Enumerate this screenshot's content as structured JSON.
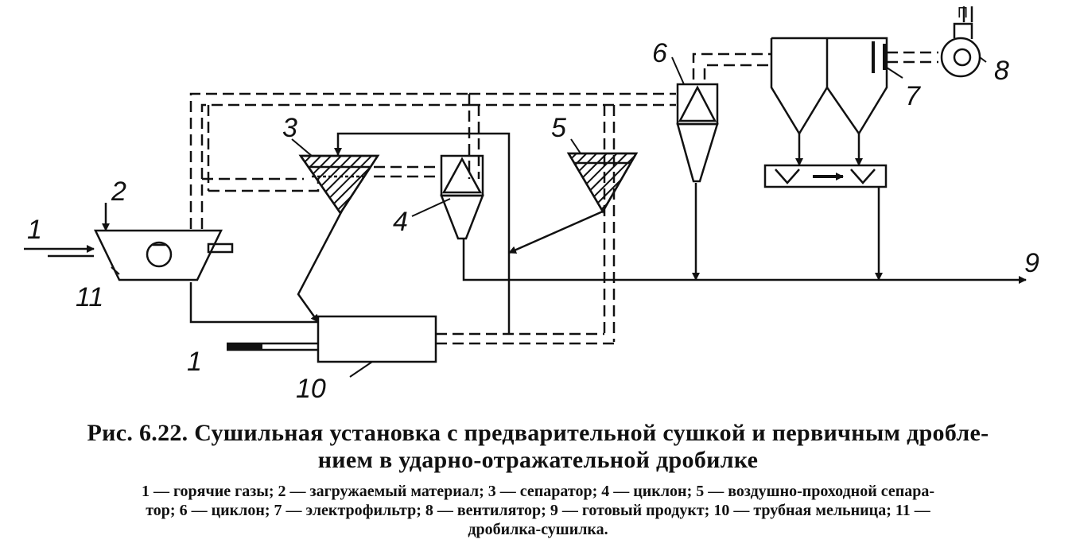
{
  "diagram": {
    "labels": {
      "n1_left": "1",
      "n1_bottom": "1",
      "n2": "2",
      "n3": "3",
      "n4": "4",
      "n5": "5",
      "n6": "6",
      "n7": "7",
      "n8": "8",
      "n9": "9",
      "n10": "10",
      "n11": "11",
      "stack": "П"
    }
  },
  "caption": {
    "title_line1": "Рис. 6.22. Сушильная установка с предварительной сушкой и первичным дробле-",
    "title_line2": "нием в ударно-отражательной дробилке",
    "legend_line1": "1 — горячие газы; 2 — загружаемый материал; 3 — сепаратор; 4 — циклон; 5 — воздушно-проходной сепара-",
    "legend_line2": "тор; 6 — циклон; 7 — электрофильтр; 8 — вентилятор; 9 — готовый продукт; 10 — трубная мельница; 11 —",
    "legend_line3": "дробилка-сушилка."
  }
}
